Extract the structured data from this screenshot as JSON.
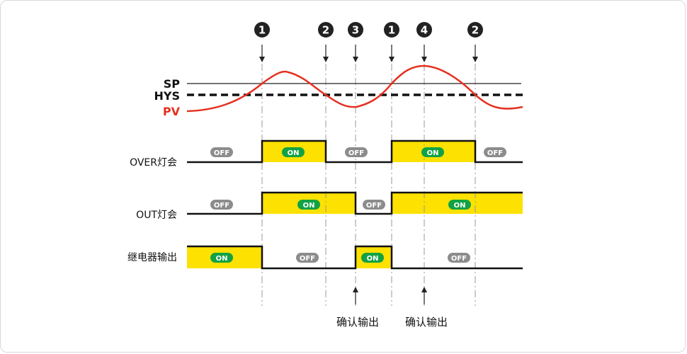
{
  "markers": [
    {
      "num": "1"
    },
    {
      "num": "2"
    },
    {
      "num": "3"
    },
    {
      "num": "1"
    },
    {
      "num": "4"
    },
    {
      "num": "2"
    }
  ],
  "labels": {
    "sp": "SP",
    "hys": "HYS",
    "pv": "PV",
    "over_lamp": "OVER灯会",
    "out_lamp": "OUT灯会",
    "relay_output": "继电器输出"
  },
  "badges": {
    "on": "ON",
    "off": "OFF"
  },
  "confirm_output": [
    "确认输出",
    "确认输出"
  ],
  "colors": {
    "pv_curve": "#e53020",
    "on_fill": "#fde100",
    "on_badge": "#12a244",
    "off_badge": "#8c8c8c",
    "marker": "#222222"
  }
}
